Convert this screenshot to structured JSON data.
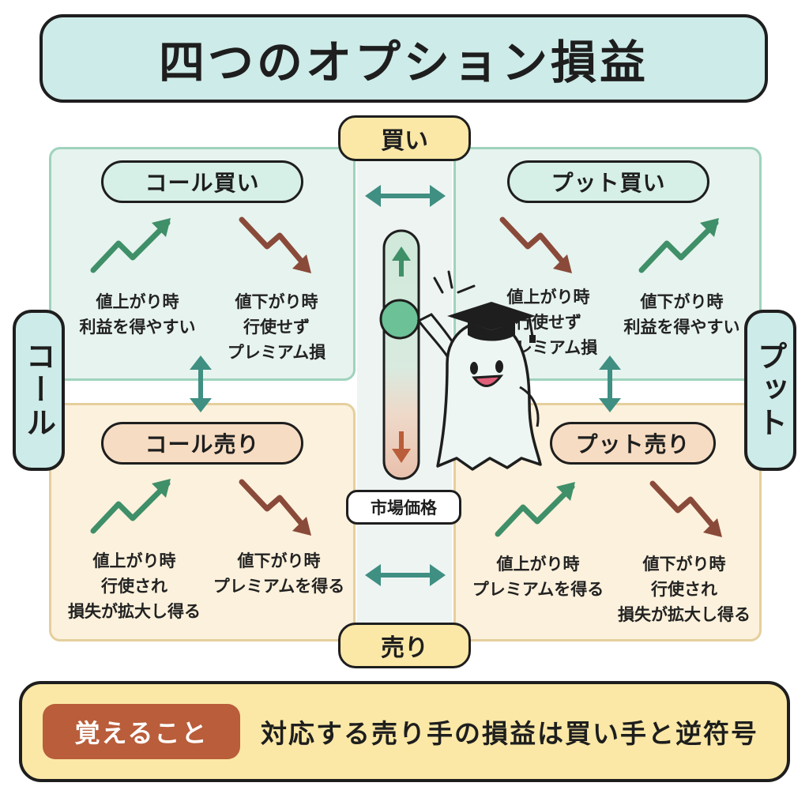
{
  "title": "四つのオプション損益",
  "axis": {
    "top": "買い",
    "bottom": "売り",
    "left": "コール",
    "right": "プット",
    "center": "市場価格"
  },
  "quadrants": {
    "call_buy": {
      "label": "コール買い",
      "rise": "値上がり時\n利益を得やすい",
      "fall": "値下がり時\n行使せず\nプレミアム損"
    },
    "put_buy": {
      "label": "プット買い",
      "fall": "値上がり時\n行使せず\nプレミアム損",
      "rise": "値下がり時\n利益を得やすい"
    },
    "call_sell": {
      "label": "コール売り",
      "rise": "値上がり時\n行使され\n損失が拡大し得る",
      "fall": "値下がり時\nプレミアムを得る"
    },
    "put_sell": {
      "label": "プット売り",
      "rise": "値上がり時\nプレミアムを得る",
      "fall": "値下がり時\n行使され\n損失が拡大し得る"
    }
  },
  "note": {
    "tag": "覚えること",
    "text": "対応する売り手の損益は買い手と逆符号"
  },
  "colors": {
    "up_arrow": "#3f8f69",
    "down_arrow": "#8a4a3a",
    "link_arrow": "#3f8f82",
    "tag": "#b95d3a"
  },
  "icons": [
    "rising-arrow-icon",
    "falling-arrow-icon",
    "double-arrow-icon",
    "mascot-ghost-icon",
    "graduation-cap-icon"
  ]
}
